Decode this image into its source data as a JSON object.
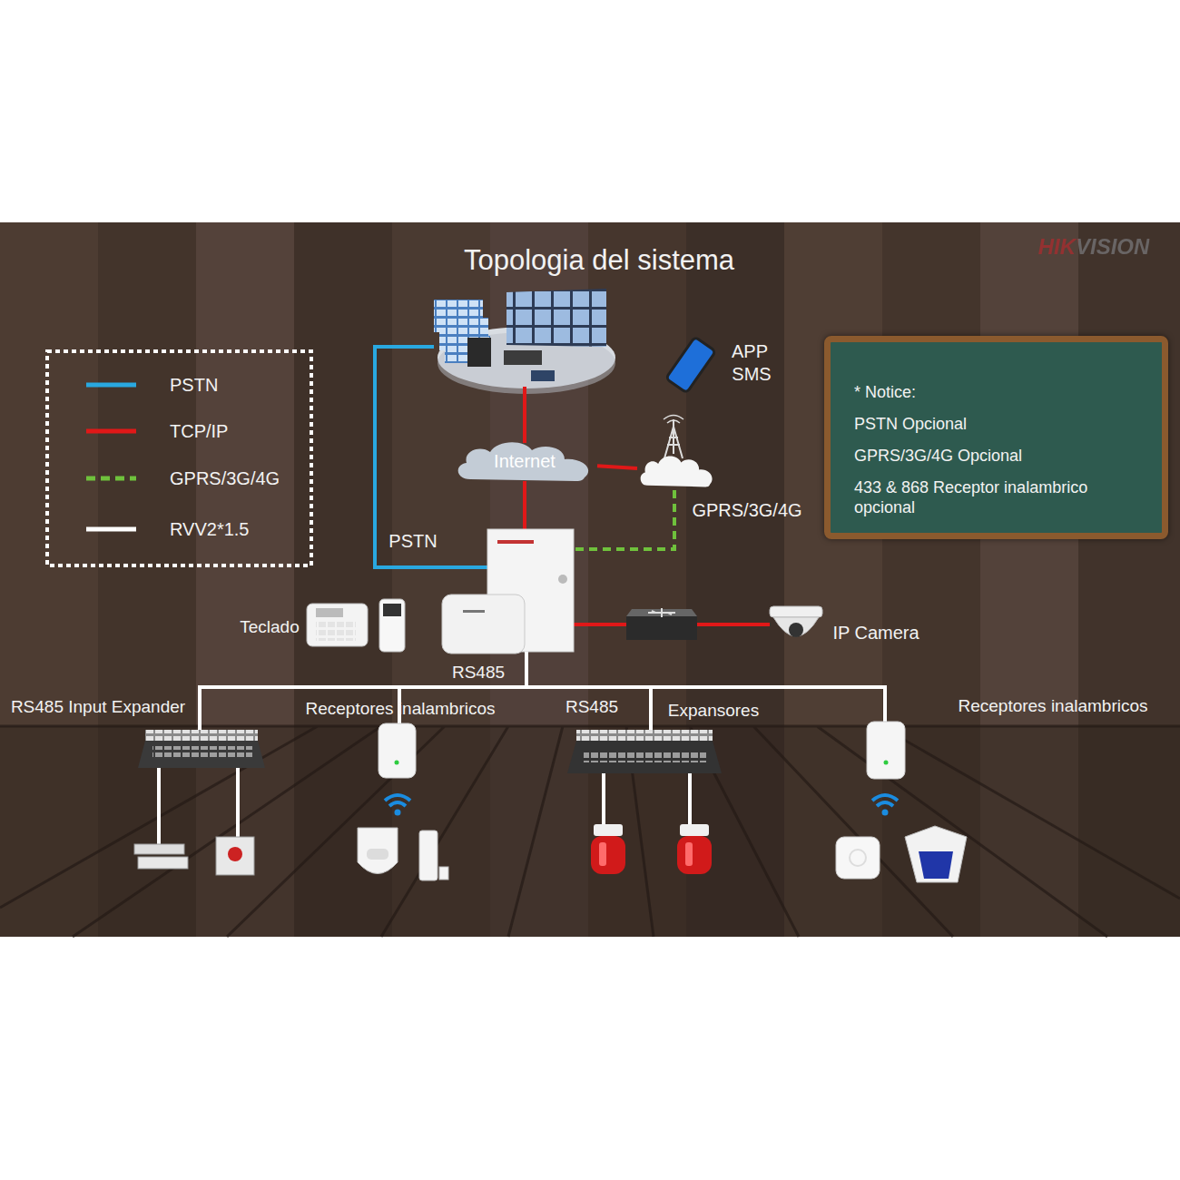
{
  "diagram": {
    "title": "Topologia del sistema",
    "nodes": [
      {
        "text": [
          "* Notice:",
          "PSTN Opcional",
          "GPRS/3G/4G Opcional",
          "433 & 868 Receptor inalambrico opcional"
        ]
      },
      {
        "text": [
          "Internet"
        ]
      },
      {
        "text": [
          "GPRS/3G/4G"
        ]
      }
    ],
    "edges": [
      {
        "from": 1,
        "to": 2,
        "arrow": "none"
      }
    ],
    "labels": [
      "HIKVISION",
      "APP",
      "SMS",
      "PSTN",
      "Teclado",
      "IP Camera",
      "RS485",
      "RS485 Input Expander",
      "Receptores inalambricos",
      "RS485",
      "Expansores",
      "Receptores inalambricos"
    ],
    "legend": [
      {
        "text": "PSTN"
      },
      {
        "text": "TCP/IP"
      },
      {
        "text": "GPRS/3G/4G"
      },
      {
        "text": "RVV2*1.5"
      }
    ]
  }
}
